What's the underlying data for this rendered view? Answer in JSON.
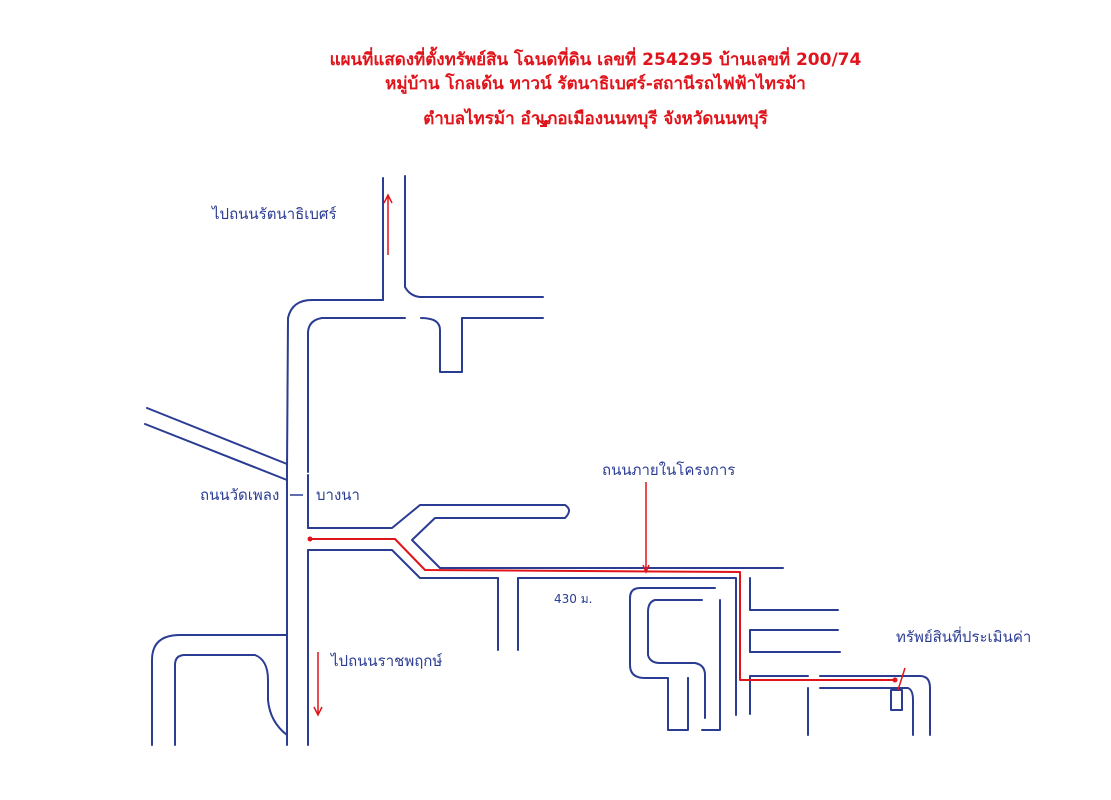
{
  "title": {
    "line1": "แผนที่แสดงที่ตั้งทรัพย์สิน โฉนดที่ดิน เลขที่ 254295 บ้านเลขที่ 200/74",
    "line2": "หมู่บ้าน โกลเด้น ทาวน์ รัตนาธิเบศร์-สถานีรถไฟฟ้าไทรม้า",
    "line3": "ตำบลไทรม้า อำเภอเมืองนนทบุรี  จังหวัดนนทบุรี"
  },
  "labels": {
    "to_rattanathibet": "ไปถนนรัตนาธิเบศร์",
    "road_watphleng": "ถนนวัดเพลง",
    "dash": "-",
    "road_bangkhanun": "บางนา",
    "road_in_project": "ถนนภายในโครงการ",
    "to_ratchaphruek": "ไปถนนราชพฤกษ์",
    "property": "ทรัพย์สินที่ประเมินค่า",
    "distance": "430 ม."
  },
  "colors": {
    "road_line": "#2b3c93",
    "route": "#e0141b",
    "title": "#e0141b"
  }
}
